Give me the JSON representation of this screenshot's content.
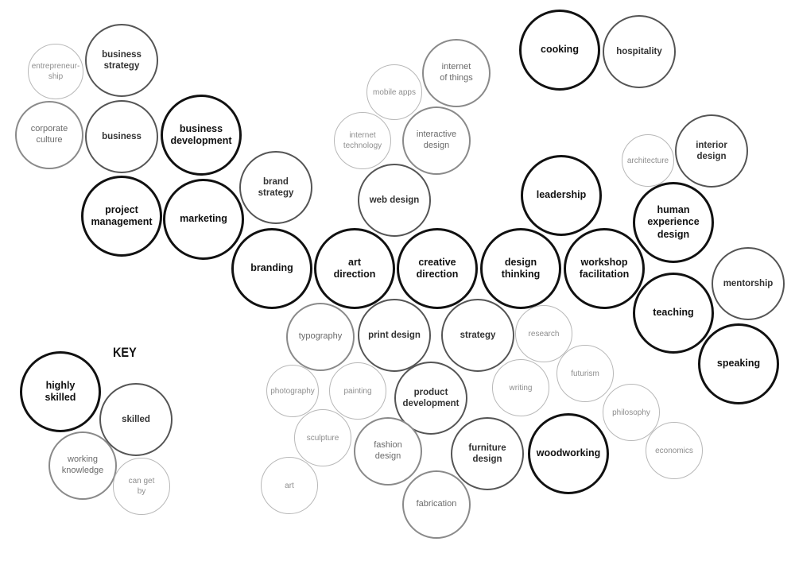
{
  "key": {
    "title": "KEY",
    "levels": [
      {
        "id": "lvl-1",
        "label": "highly\nskilled"
      },
      {
        "id": "lvl-2",
        "label": "skilled"
      },
      {
        "id": "lvl-3",
        "label": "working\nknowledge"
      },
      {
        "id": "lvl-4",
        "label": "can get\nby"
      }
    ]
  },
  "skills": [
    {
      "id": "entrepreneurship",
      "label": "entrepreneur-\nship",
      "level": 4
    },
    {
      "id": "business-strategy",
      "label": "business\nstrategy",
      "level": 2
    },
    {
      "id": "corporate-culture",
      "label": "corporate\nculture",
      "level": 3
    },
    {
      "id": "business",
      "label": "business",
      "level": 2
    },
    {
      "id": "business-development",
      "label": "business\ndevelopment",
      "level": 1
    },
    {
      "id": "project-management",
      "label": "project\nmanagement",
      "level": 1
    },
    {
      "id": "marketing",
      "label": "marketing",
      "level": 1
    },
    {
      "id": "brand-strategy",
      "label": "brand\nstrategy",
      "level": 2
    },
    {
      "id": "branding",
      "label": "branding",
      "level": 1
    },
    {
      "id": "art-direction",
      "label": "art\ndirection",
      "level": 1
    },
    {
      "id": "creative-direction",
      "label": "creative\ndirection",
      "level": 1
    },
    {
      "id": "design-thinking",
      "label": "design\nthinking",
      "level": 1
    },
    {
      "id": "workshop-facilitation",
      "label": "workshop\nfacilitation",
      "level": 1
    },
    {
      "id": "mobile-apps",
      "label": "mobile apps",
      "level": 4
    },
    {
      "id": "internet-of-things",
      "label": "internet\nof things",
      "level": 3
    },
    {
      "id": "internet-technology",
      "label": "internet\ntechnology",
      "level": 4
    },
    {
      "id": "interactive-design",
      "label": "interactive\ndesign",
      "level": 3
    },
    {
      "id": "web-design",
      "label": "web design",
      "level": 2
    },
    {
      "id": "cooking",
      "label": "cooking",
      "level": 1
    },
    {
      "id": "hospitality",
      "label": "hospitality",
      "level": 2
    },
    {
      "id": "leadership",
      "label": "leadership",
      "level": 1
    },
    {
      "id": "architecture",
      "label": "architecture",
      "level": 4
    },
    {
      "id": "interior-design",
      "label": "interior\ndesign",
      "level": 2
    },
    {
      "id": "human-experience-design",
      "label": "human\nexperience\ndesign",
      "level": 1
    },
    {
      "id": "mentorship",
      "label": "mentorship",
      "level": 2
    },
    {
      "id": "teaching",
      "label": "teaching",
      "level": 1
    },
    {
      "id": "speaking",
      "label": "speaking",
      "level": 1
    },
    {
      "id": "typography",
      "label": "typography",
      "level": 3
    },
    {
      "id": "print-design",
      "label": "print design",
      "level": 2
    },
    {
      "id": "strategy",
      "label": "strategy",
      "level": 2
    },
    {
      "id": "research",
      "label": "research",
      "level": 4
    },
    {
      "id": "photography",
      "label": "photography",
      "level": 4
    },
    {
      "id": "painting",
      "label": "painting",
      "level": 4
    },
    {
      "id": "product-development",
      "label": "product\ndevelopment",
      "level": 2
    },
    {
      "id": "writing",
      "label": "writing",
      "level": 4
    },
    {
      "id": "futurism",
      "label": "futurism",
      "level": 4
    },
    {
      "id": "philosophy",
      "label": "philosophy",
      "level": 4
    },
    {
      "id": "sculpture",
      "label": "sculpture",
      "level": 4
    },
    {
      "id": "fashion-design",
      "label": "fashion\ndesign",
      "level": 3
    },
    {
      "id": "furniture-design",
      "label": "furniture\ndesign",
      "level": 2
    },
    {
      "id": "woodworking",
      "label": "woodworking",
      "level": 1
    },
    {
      "id": "economics",
      "label": "economics",
      "level": 4
    },
    {
      "id": "art",
      "label": "art",
      "level": 4
    },
    {
      "id": "fabrication",
      "label": "fabrication",
      "level": 3
    }
  ]
}
